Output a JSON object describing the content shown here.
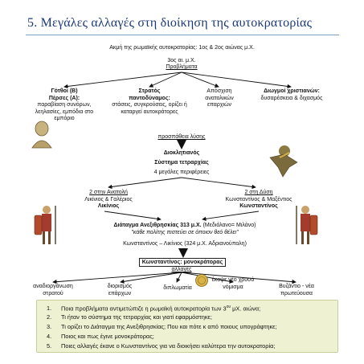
{
  "title": "5. Μεγάλες αλλαγές στη διοίκηση της αυτοκρατορίας",
  "peak": "Ακμή της ρωμαϊκής αυτοκρατορίας: 1ος & 2ος αιώνας μ.Χ.",
  "crisis": {
    "century": "3ος αι. μ.Χ.",
    "problems": "Προβλήματα"
  },
  "problems": [
    {
      "head": "Γότθοι (Β)",
      "head2": "Πέρσες (Α):",
      "text": "παραβίαση συνόρων, λεηλασίες, εμπόδια στο εμπόριο"
    },
    {
      "head": "Στρατός",
      "head2": "παντοδύναμος:",
      "text": "στάσεις, συγκρούσεις, ορίζει ή καταργεί αυτοκράτορες"
    },
    {
      "head": "",
      "head2": "",
      "text": "Απόσχιση ανατολικών επαρχιών"
    },
    {
      "head": "Διωγμοί χριστιανών:",
      "head2": "",
      "text": "δυσαρέσκεια & διχασμός"
    }
  ],
  "solution_attempt": "προσπάθεια λύσης",
  "diocletian": "Διοκλητιανός",
  "tetrarchy": "Σύστημα τετραρχίας",
  "regions": "4 μεγάλες περιφέρειες",
  "east": {
    "label": "2 στην Ανατολή",
    "rulers": "Λικίνιος & Γαλέριος",
    "winner": "Λικίνιος"
  },
  "west": {
    "label": "2 στη Δύση",
    "rulers": "Κωνσταντίνος & Μαξέντιος",
    "winner": "Κωνσταντίνος"
  },
  "edict": {
    "title": "Διάταγμα Ανεξιθρησκίας 313 μ.Χ.",
    "place": "(Μεδιόλανο= Μιλάνο)",
    "quote": "\"κάθε πολίτης πιστεύει σε όποιον θεό θέλει\""
  },
  "conflict": "Κωνσταντίνος – Λικίνιος (324 μ.Χ. Αδριανούπολη)",
  "monarch": "Κωνσταντίνος: μονοκράτορας",
  "changes_label": "αλλαγές",
  "changes": [
    "αναδιοργάνωση στρατού",
    "διορισμός επάρχων",
    "διπλωματία",
    "έκοψε νέο χρυσό νόμισμα",
    "Βυζάντιο - νέα πρωτεύουσα"
  ],
  "questions": [
    {
      "num": "1.",
      "text": "Ποια προβλήματα αντιμετώπιζε η ρωμαϊκή αυτοκρατορία των 3",
      "sup": "ου",
      "rest": " μΧ. αιώνα;"
    },
    {
      "num": "2.",
      "text": "Τι ήταν το σύστημα της τετραρχίας και γιατί εφαρμόστηκε;",
      "sup": "",
      "rest": ""
    },
    {
      "num": "3.",
      "text": "Τι ορίζει το Διάταγμα της Ανεξιθρησκίας; Που και πότε κ από ποιους υπογράφτηκε;",
      "sup": "",
      "rest": ""
    },
    {
      "num": "4.",
      "text": "Ποιος και πως έγινε μονοκράτορας;",
      "sup": "",
      "rest": ""
    },
    {
      "num": "5.",
      "text": "Ποιες αλλαγές έκανε ο Κωνσταντίνος για να διοικήσει καλύτερα την αυτοκρατορία;",
      "sup": "",
      "rest": ""
    }
  ],
  "colors": {
    "title": "#1c3a78",
    "rule": "#7f9cc6",
    "question_box": "#eef2d3",
    "arrow": "#111111"
  }
}
